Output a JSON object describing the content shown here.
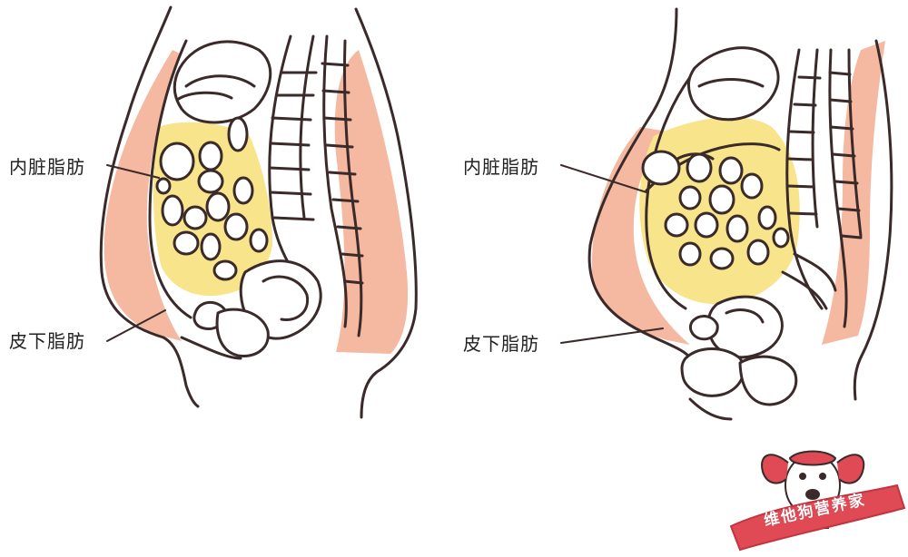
{
  "left_figure": {
    "visceral_fat_label": "内脏脂肪",
    "subcutaneous_fat_label": "皮下脂肪"
  },
  "right_figure": {
    "visceral_fat_label": "内脏脂肪",
    "subcutaneous_fat_label": "皮下脂肪"
  },
  "watermark": {
    "text": "维他狗营养家"
  },
  "colors": {
    "outline": "#3a2a2a",
    "subcutaneous_fat": "#f5b8a0",
    "visceral_fat": "#f8e48a",
    "organ_fill": "#ffffff",
    "logo_red": "#e04a55"
  }
}
